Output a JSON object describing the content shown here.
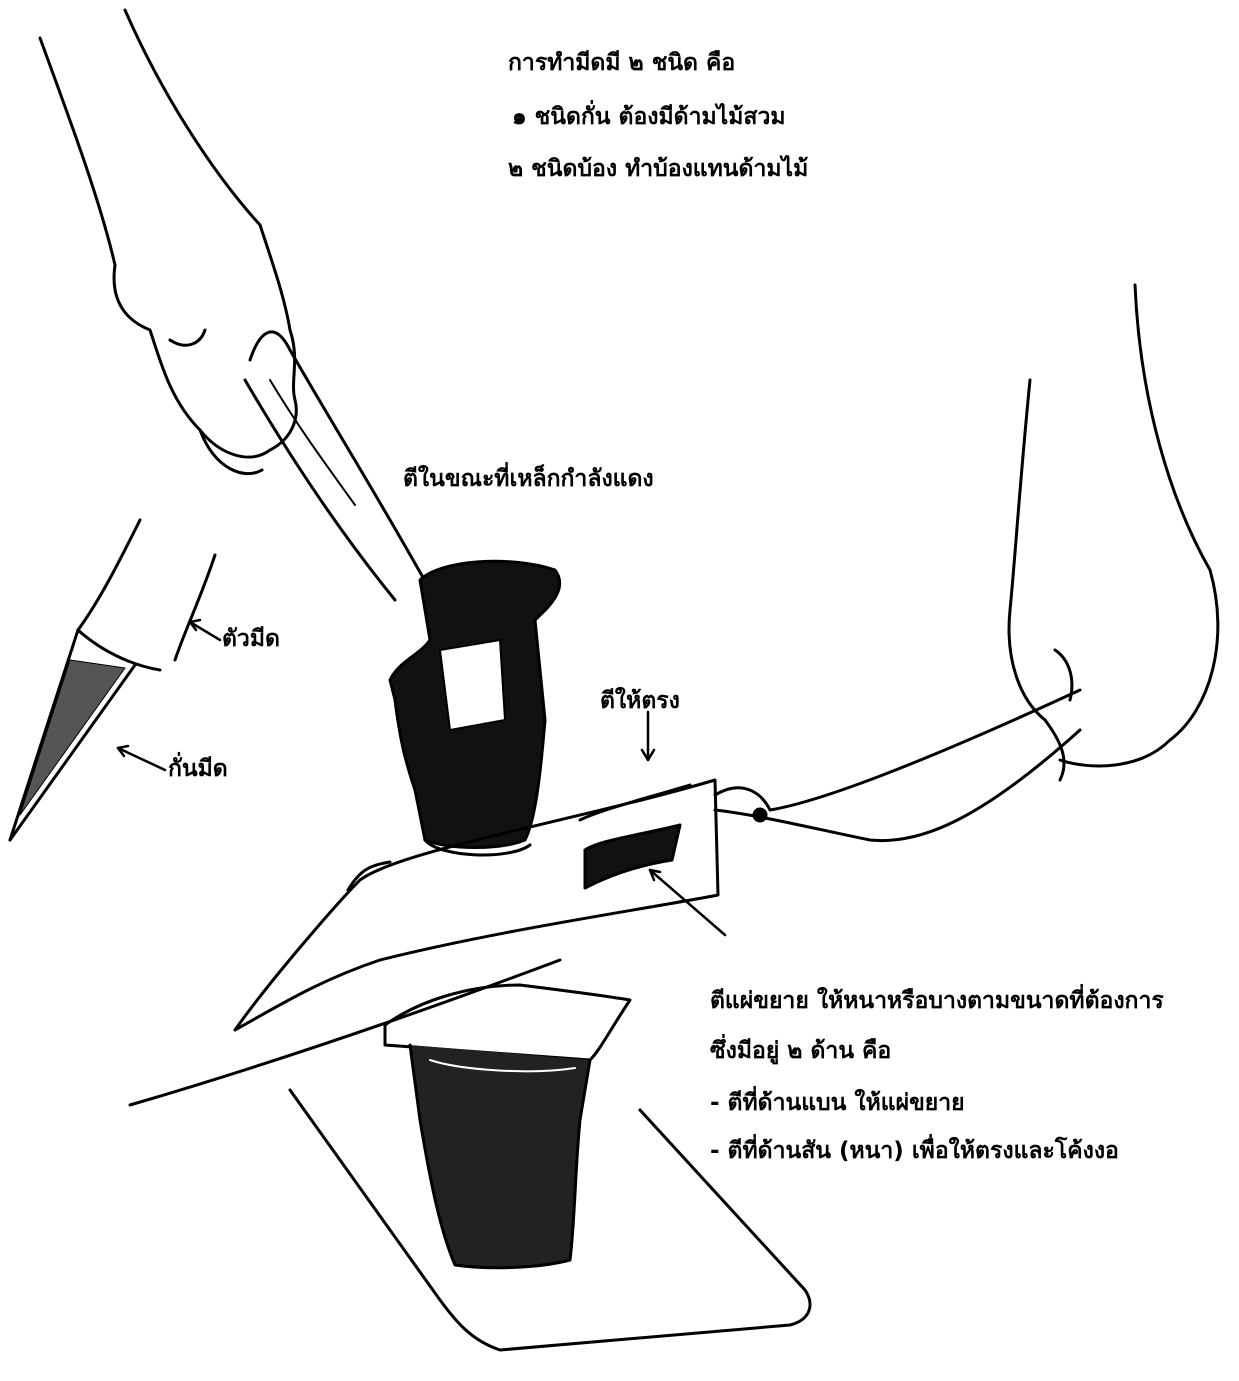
{
  "texts": {
    "title": "การทำมีดมี ๒ ชนิด คือ",
    "type1": "๑  ชนิดกั่น ต้องมีด้ามไม้สวม",
    "type2": "๒  ชนิดบ้อง ทำบ้องแทนด้ามไม้",
    "hit_while_red": "ตีในขณะที่เหล็กกำลังแดง",
    "blade_label": "ตัวมีด",
    "tang_label": "กั่นมีด",
    "straighten_label": "ตีให้ตรง",
    "flatten_label": "ตีแผ่ขยาย    ให้หนาหรือบางตามขนาดที่ต้องการ",
    "sides_intro": "ซึ่งมีอยู่ ๒ ด้าน คือ",
    "side1": "- ตีที่ด้านแบน ให้แผ่ขยาย",
    "side2": "- ตีที่ด้านสัน (หนา) เพื่อให้ตรงและโค้งงอ"
  },
  "colors": {
    "ink": "#000000",
    "paper": "#ffffff"
  }
}
